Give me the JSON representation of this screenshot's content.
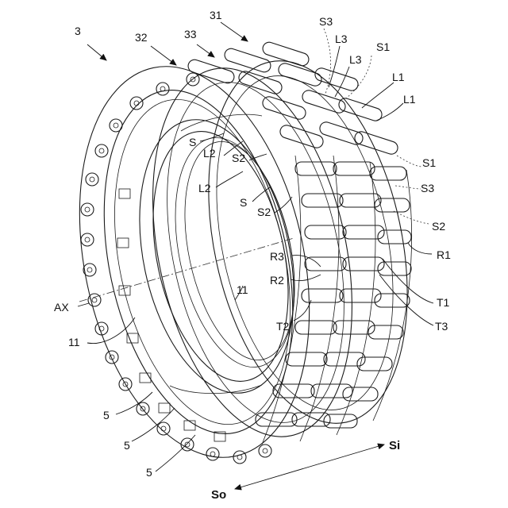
{
  "figure": {
    "labels": {
      "assembly": "3",
      "chain_31": "31",
      "chain_32": "32",
      "chain_33": "33",
      "S3_top": "S3",
      "L3_a": "L3",
      "S1_top": "S1",
      "L3_b": "L3",
      "L1_a": "L1",
      "L1_b": "L1",
      "S_a": "S",
      "L2_a": "L2",
      "S2_a": "S2",
      "L2_b": "L2",
      "S_b": "S",
      "S2_b": "S2",
      "S1_right": "S1",
      "S3_right": "S3",
      "S2_right": "S2",
      "R3": "R3",
      "R1": "R1",
      "R2": "R2",
      "T1": "T1",
      "T3": "T3",
      "T2": "T2",
      "AX": "AX",
      "ring_11_inner": "11",
      "ring_11_outer": "11",
      "tooth_5_a": "5",
      "tooth_5_b": "5",
      "tooth_5_c": "5",
      "Si": "Si",
      "So": "So"
    }
  }
}
